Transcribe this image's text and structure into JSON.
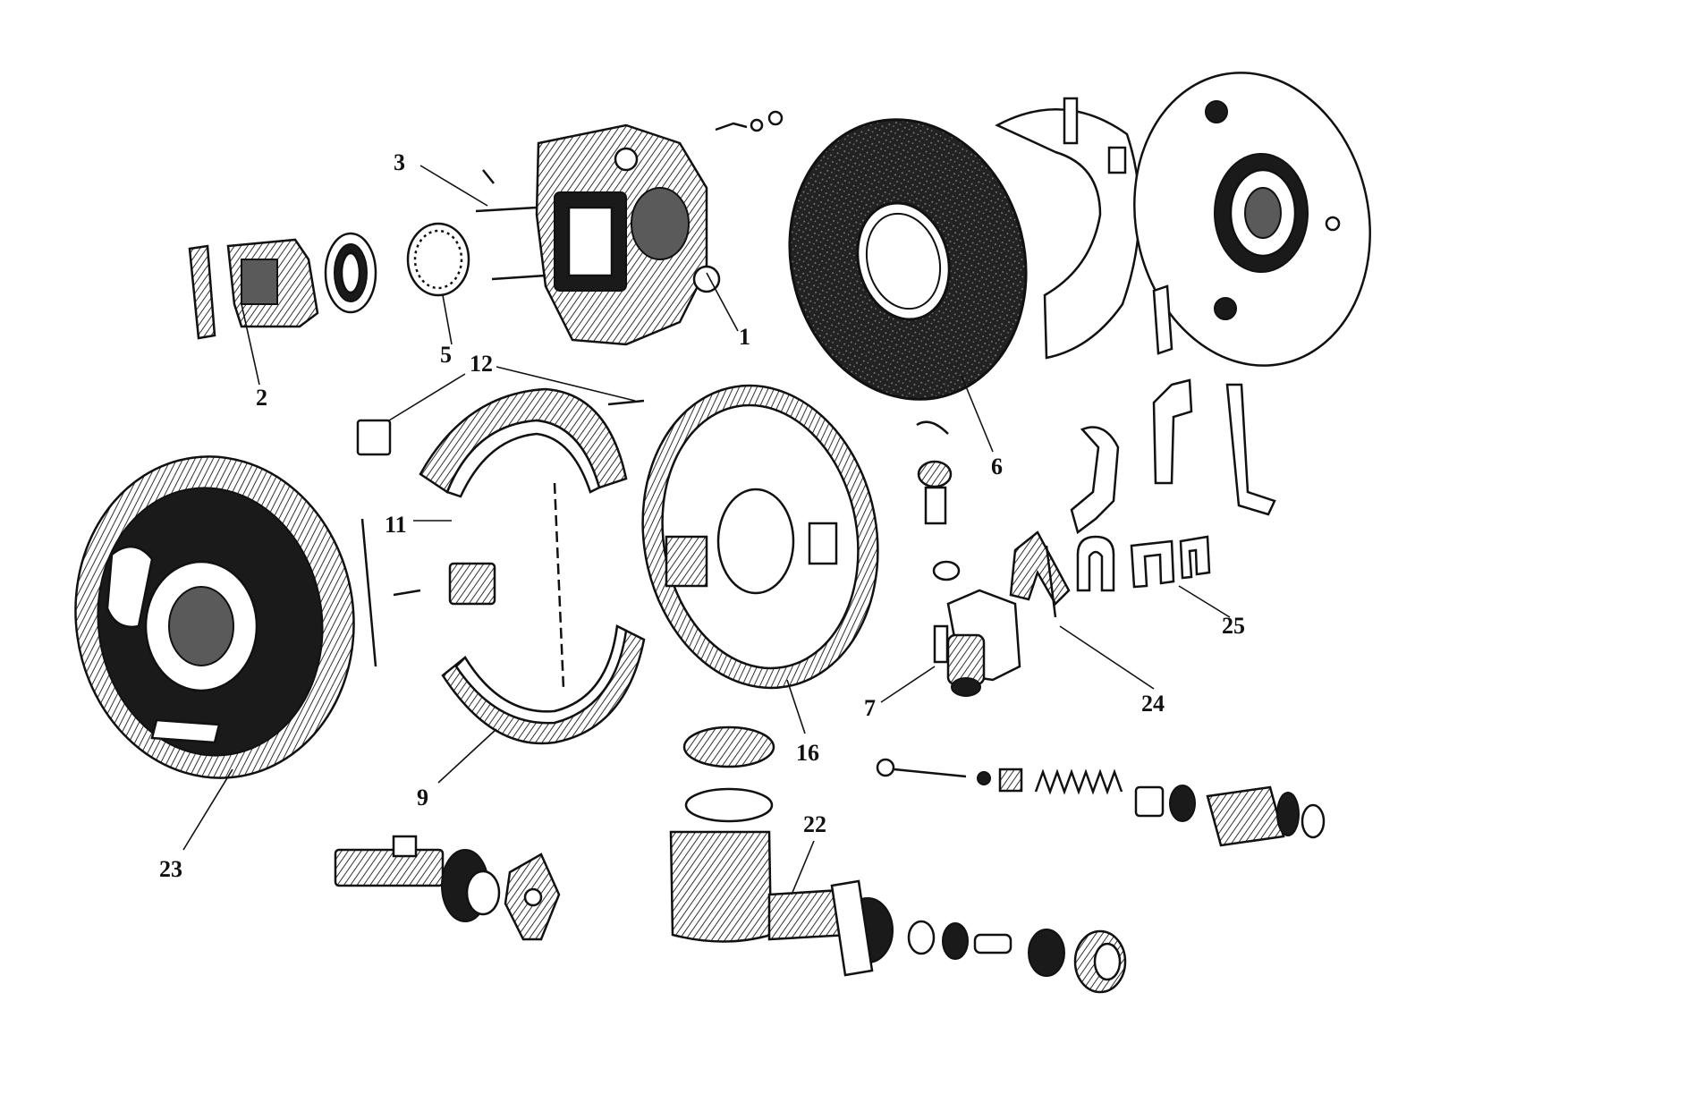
{
  "figure": {
    "part_labels": [
      "1",
      "2",
      "3",
      "5",
      "6",
      "7",
      "9",
      "11",
      "12",
      "16",
      "22",
      "23",
      "24",
      "25"
    ]
  }
}
